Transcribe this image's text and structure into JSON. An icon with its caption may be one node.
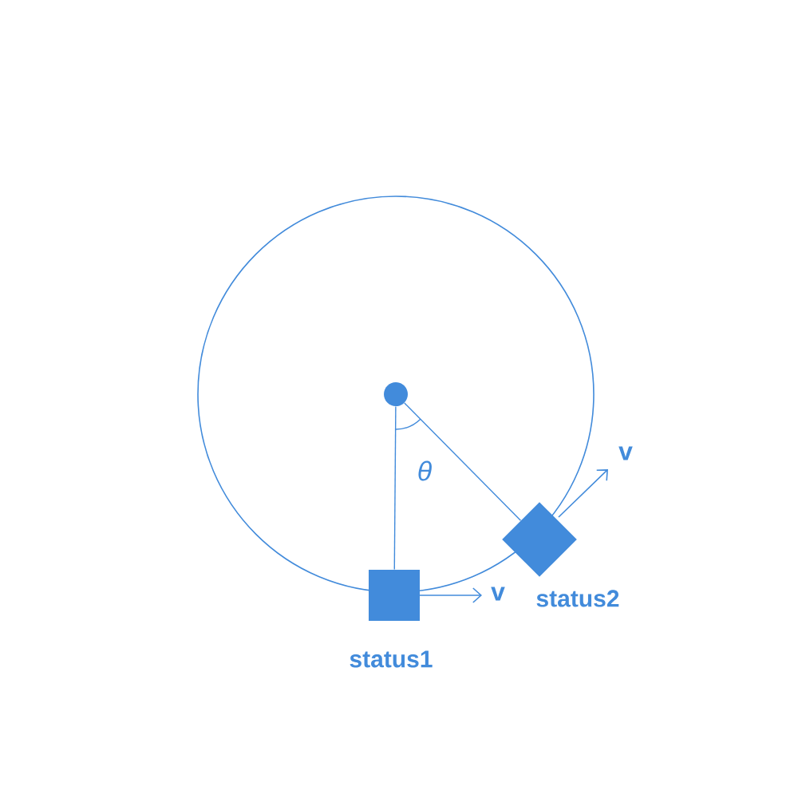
{
  "diagram": {
    "nodes": [
      {
        "text": [],
        "shape": "circle"
      },
      {
        "text": [],
        "shape": "box",
        "beside": [
          "status1"
        ]
      },
      {
        "text": [],
        "shape": "diamond",
        "beside": [
          "status2"
        ]
      }
    ],
    "edges": [
      {
        "from": 0,
        "to": 1,
        "arrow": "none"
      },
      {
        "from": 0,
        "to": 2,
        "arrow": "none"
      }
    ],
    "labels": [
      "θ",
      "v",
      "v"
    ]
  }
}
